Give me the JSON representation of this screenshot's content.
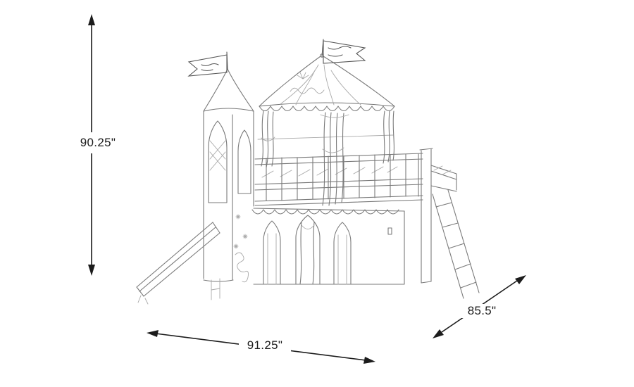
{
  "diagram": {
    "type": "product-dimensions",
    "subject": "castle loft bed with tent canopy, slide and ladder",
    "line_color": "#7a7a7a",
    "arrow_color": "#1c1c1c",
    "background_color": "#ffffff",
    "dimensions": {
      "height": "90.25\"",
      "width": "91.25\"",
      "depth": "85.5\""
    }
  }
}
